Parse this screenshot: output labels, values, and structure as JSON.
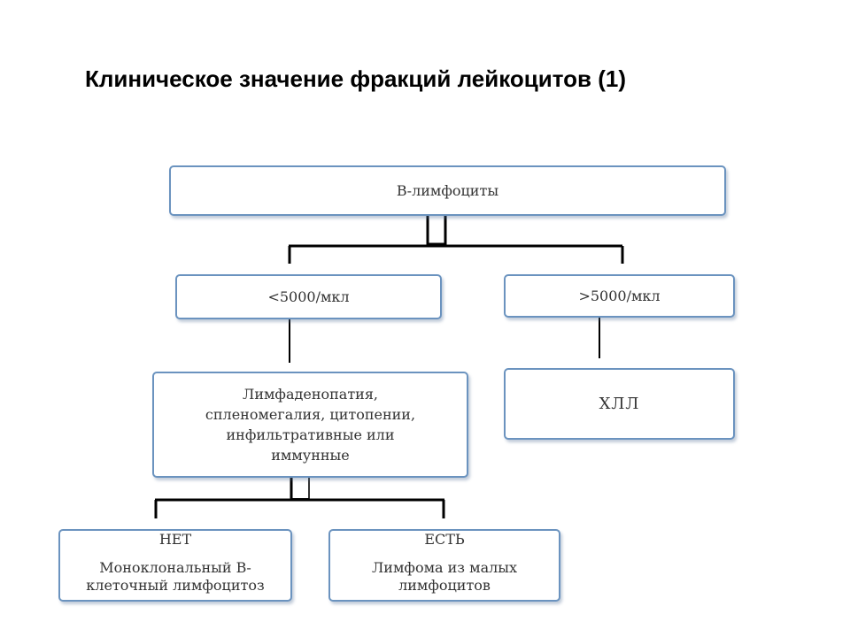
{
  "title": "Клиническое значение фракций лейкоцитов (1)",
  "diagram": {
    "root": "В-лимфоциты",
    "branch_low": "<5000/мкл",
    "branch_high": ">5000/мкл",
    "low_condition": {
      "line1": "Лимфаденопатия,",
      "line2": "спленомегалия, цитопении,",
      "line3": "инфильтративные или",
      "line4": "иммунные"
    },
    "high_result": "ХЛЛ",
    "no_box": {
      "header": "НЕТ",
      "line1": "Моноклональный В-",
      "line2": "клеточный лимфоцитоз"
    },
    "yes_box": {
      "header": "ЕСТЬ",
      "line1": "Лимфома из малых",
      "line2": "лимфоцитов"
    }
  }
}
